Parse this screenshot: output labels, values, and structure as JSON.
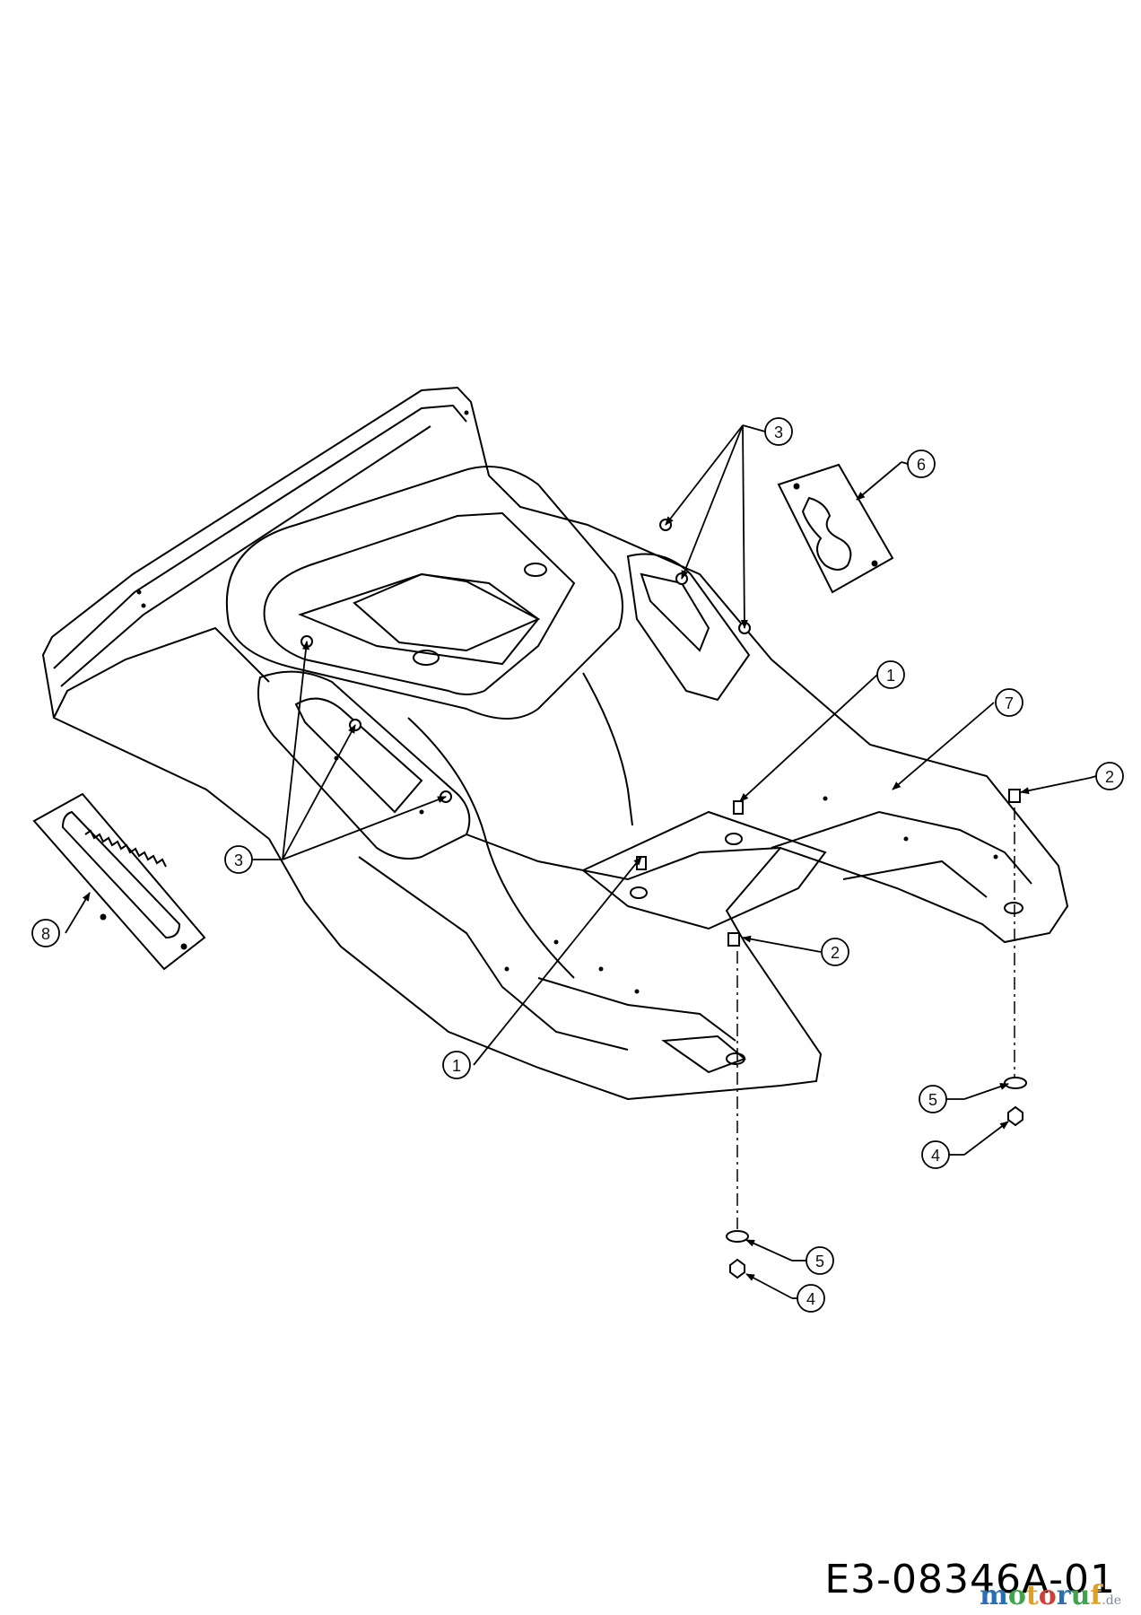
{
  "drawing_number": "E3-08346A-01",
  "watermark": {
    "text": "motoruf",
    "suffix": ".de",
    "colors": [
      "#2a6fb5",
      "#3ea64a",
      "#e0a020",
      "#d0403a"
    ]
  },
  "callouts": [
    {
      "id": "callout-1-upper",
      "label": "1"
    },
    {
      "id": "callout-1-lower",
      "label": "1"
    },
    {
      "id": "callout-2-right",
      "label": "2"
    },
    {
      "id": "callout-2-center",
      "label": "2"
    },
    {
      "id": "callout-3-top",
      "label": "3"
    },
    {
      "id": "callout-3-left",
      "label": "3"
    },
    {
      "id": "callout-4-right",
      "label": "4"
    },
    {
      "id": "callout-4-bottom",
      "label": "4"
    },
    {
      "id": "callout-5-right",
      "label": "5"
    },
    {
      "id": "callout-5-bottom",
      "label": "5"
    },
    {
      "id": "callout-6",
      "label": "6"
    },
    {
      "id": "callout-7",
      "label": "7"
    },
    {
      "id": "callout-8",
      "label": "8"
    }
  ]
}
